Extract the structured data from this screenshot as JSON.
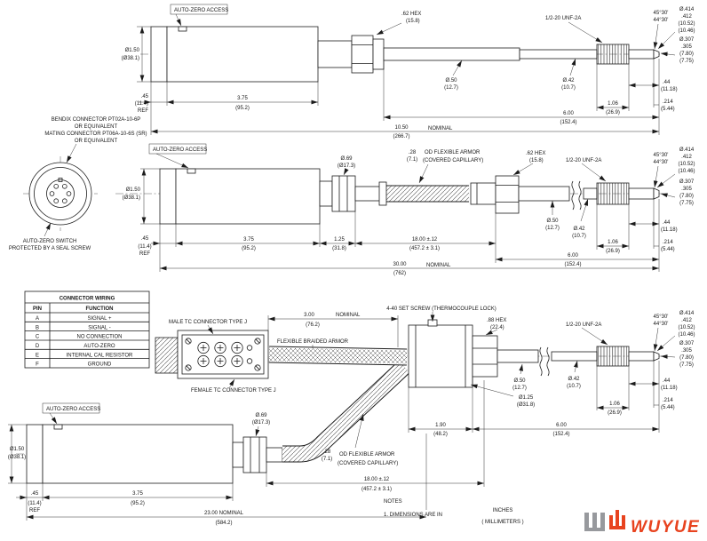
{
  "common": {
    "auto_zero_access": "AUTO-ZERO ACCESS",
    "thread_spec": "1/2-20 UNF-2A",
    "hex_62": ".62 HEX",
    "hex_62_mm": "(15.8)",
    "angle_max": "45°30'",
    "angle_min": "44°30'",
    "tip_dia_max": "Ø.414",
    "tip_dia_min": ".412",
    "tip_dia_mm_max": "(10.52)",
    "tip_dia_mm_min": "(10.46)",
    "nose_dia_max": "Ø.307",
    "nose_dia_min": ".305",
    "nose_dia_mm_max": "(7.80)",
    "nose_dia_mm_min": "(7.75)",
    "stem_dia": "Ø.50",
    "stem_dia_mm": "(12.7)",
    "stem_dia2": "Ø.42",
    "stem_dia2_mm": "(10.7)",
    "tip_len": ".44",
    "tip_len_mm": "(11.18)",
    "nose_len": ".214",
    "nose_len_mm": "(5.44)",
    "thread_len": "1.06",
    "thread_len_mm": "(26.9)",
    "stem_len": "6.00",
    "stem_len_mm": "(152.4)",
    "body_len": "3.75",
    "body_len_mm": "(95.2)",
    "cap_len": ".45",
    "cap_len_mm": "(11.4)",
    "ref": "REF",
    "body_dia": "Ø1.50",
    "body_dia_mm": "(Ø38.1)",
    "bush_dia": "Ø.69",
    "bush_dia_mm": "(Ø17.3)",
    "armor_od": ".28",
    "armor_od_mm": "(7.1)",
    "armor_label": "OD FLEXIBLE ARMOR",
    "armor_label2": "(COVERED CAPILLARY)",
    "armor_len": "18.00 ±.12",
    "armor_len_mm": "(457.2 ± 3.1)",
    "nominal": "NOMINAL"
  },
  "d1": {
    "total_len": "10.50",
    "total_len_mm": "(266.7)"
  },
  "d2": {
    "bendix_line1": "BENDIX CONNECTOR PT02A-10-6P",
    "bendix_line2": "OR EQUIVALENT",
    "bendix_line3": "MATING CONNECTOR PT06A-10-6S (SR)",
    "bendix_line4": "OR EQUIVALENT",
    "switch_line1": "AUTO-ZERO SWITCH",
    "switch_line2": "PROTECTED BY A SEAL SCREW",
    "bush_len": "1.25",
    "bush_len_mm": "(31.8)",
    "total_len": "30.00",
    "total_len_mm": "(762)"
  },
  "d3": {
    "male_conn": "MALE TC CONNECTOR TYPE J",
    "female_conn": "FEMALE TC CONNECTOR TYPE J",
    "braid_len": "3.00",
    "braid_len_mm": "(76.2)",
    "braid_label": "FLEXIBLE BRAIDED ARMOR",
    "set_screw": "4-40 SET SCREW (THERMOCOUPLE LOCK)",
    "hex_88": ".88 HEX",
    "hex_88_mm": "(22.4)",
    "head_dia": "Ø1.25",
    "head_dia_mm": "(Ø31.8)",
    "head_len": "1.90",
    "head_len_mm": "(48.2)"
  },
  "d4": {
    "total_len": "23.00 NOMINAL",
    "total_len_mm": "(584.2)"
  },
  "wiring_table": {
    "title": "CONNECTOR WIRING",
    "col_pin": "PIN",
    "col_function": "FUNCTION",
    "rows": [
      {
        "pin": "A",
        "fn": "SIGNAL +"
      },
      {
        "pin": "B",
        "fn": "SIGNAL -"
      },
      {
        "pin": "C",
        "fn": "NO CONNECTION"
      },
      {
        "pin": "D",
        "fn": "AUTO-ZERO"
      },
      {
        "pin": "E",
        "fn": "INTERNAL CAL RESISTOR"
      },
      {
        "pin": "F",
        "fn": "GROUND"
      }
    ]
  },
  "notes": {
    "title": "NOTES",
    "line1": "1. DIMENSIONS ARE IN",
    "units_primary": "INCHES",
    "units_secondary": "( MILLIMETERS )"
  },
  "logo": {
    "text": "WUYUE",
    "color": "#e8431f",
    "gray": "#97999d"
  }
}
